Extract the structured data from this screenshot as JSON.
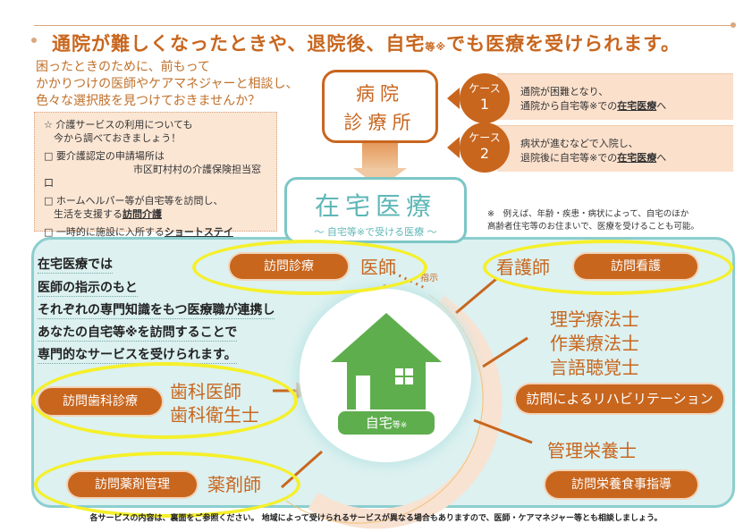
{
  "header": {
    "title": "通院が難しくなったときや、退院後、自宅",
    "title_small": "等※",
    "title_end": "でも医療を受けられます。"
  },
  "intro": [
    "困ったときのために、前もって",
    "かかりつけの医師やケアマネジャーと相談し、",
    "色々な選択肢を見つけておきませんか？"
  ],
  "checklist": {
    "star1": "☆ 介護サービスの利用についても",
    "star2": "　今から調べておきましょう！",
    "i1a": "□ 要介護認定の申請場所は",
    "i1b": "市区町村村の介護保険担当窓口",
    "i2a": "□ ホームヘルパー等が自宅等を訪問し、",
    "i2b": "　生活を支援する",
    "i2bold": "訪問介護",
    "i3a": "□ 一時的に施設に入所する",
    "i3bold": "ショートステイ"
  },
  "hospital": {
    "l1": "病院",
    "l2": "診療所"
  },
  "cases": [
    {
      "label": "ケース",
      "num": "1",
      "l1": "通院が困難となり、",
      "l2": "通院から自宅等※での",
      "bold": "在宅医療",
      "end": "へ"
    },
    {
      "label": "ケース",
      "num": "2",
      "l1": "病状が進むなどで入院し、",
      "l2": "退院後に自宅等※での",
      "bold": "在宅医療",
      "end": "へ"
    }
  ],
  "home_care": {
    "title": "在宅医療",
    "subtitle": "～ 自宅等※で受ける医療 ～"
  },
  "note": {
    "l1": "※　例えば、年齢・疾患・病状によって、自宅のほか",
    "l2": "高齢者住宅等のお住まいで、医療を受けることも可能。"
  },
  "explain": [
    "在宅医療では",
    "医師の指示のもと",
    "それぞれの専門知識をもつ医療職が連携し",
    "あなたの自宅等※を訪問することで",
    "専門的なサービスを受けられます。"
  ],
  "services": {
    "doctor_pill": "訪問診療",
    "doctor": "医師",
    "instruct": "指示",
    "nurse": "看護師",
    "nurse_pill": "訪問看護",
    "rehab1": "理学療法士",
    "rehab2": "作業療法士",
    "rehab3": "言語聴覚士",
    "rehab_pill": "訪問によるリハビリテーション",
    "diet": "管理栄養士",
    "diet_pill": "訪問栄養食事指導",
    "dental_pill": "訪問歯科診療",
    "dental1": "歯科医師",
    "dental2": "歯科衛生士",
    "pharm_pill": "訪問薬剤管理",
    "pharm": "薬剤師"
  },
  "house": {
    "label": "自宅",
    "small": "等※"
  },
  "footer": "各サービスの内容は、裏面をご参照ください。 地域によって受けられるサービスが異なる場合もありますので、医師・ケアマネジャー等とも相談しましょう。",
  "colors": {
    "accent": "#c8661e",
    "teal": "#8ccece",
    "highlight": "#f5f02a",
    "house": "#5fae4e"
  }
}
